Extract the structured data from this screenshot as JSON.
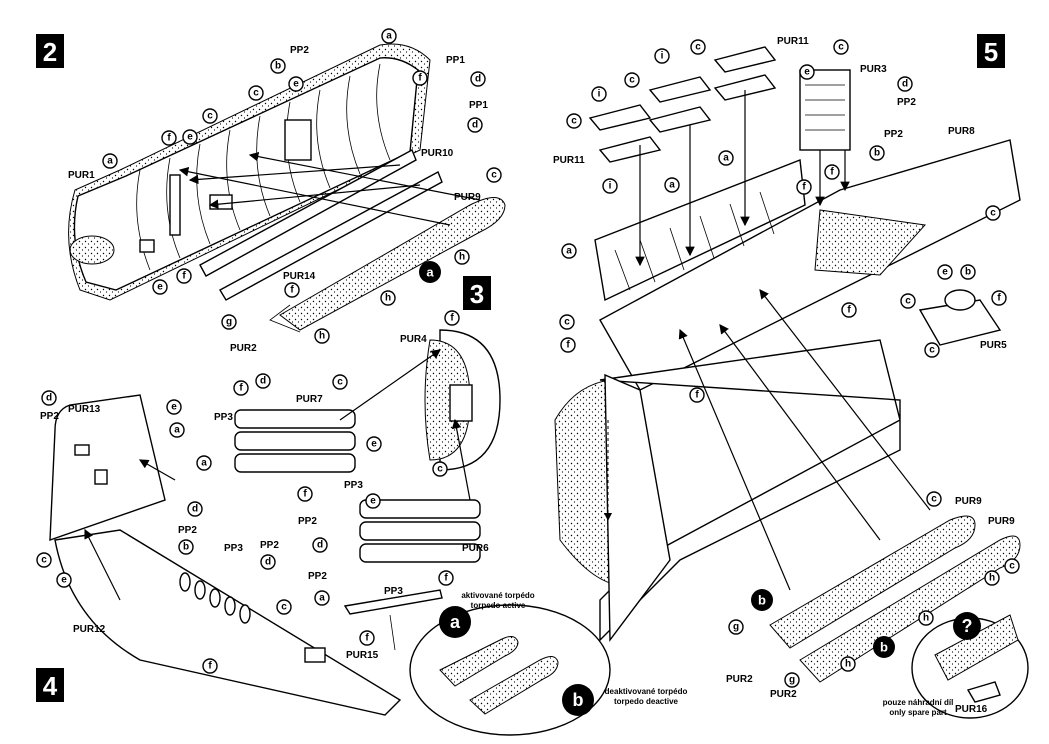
{
  "steps": [
    "2",
    "3",
    "4",
    "5"
  ],
  "parts": {
    "pur1": "PUR1",
    "pur2": "PUR2",
    "pur3": "PUR3",
    "pur4": "PUR4",
    "pur5": "PUR5",
    "pur6": "PUR6",
    "pur7": "PUR7",
    "pur8": "PUR8",
    "pur9": "PUR9",
    "pur10": "PUR10",
    "pur11": "PUR11",
    "pur12": "PUR12",
    "pur13": "PUR13",
    "pur14": "PUR14",
    "pur15": "PUR15",
    "pur16": "PUR16",
    "pp1": "PP1",
    "pp2": "PP2",
    "pp3": "PP3"
  },
  "letters": {
    "a": "a",
    "b": "b",
    "c": "c",
    "d": "d",
    "e": "e",
    "f": "f",
    "g": "g",
    "h": "h",
    "i": "i"
  },
  "callouts": {
    "a": "a",
    "b": "b",
    "q": "?"
  },
  "notes": {
    "active_cz": "aktivované torpédo",
    "active_en": "torpedo active",
    "deactive_cz": "deaktivované torpédo",
    "deactive_en": "torpedo deactive",
    "spare_cz": "pouze náhradní díl",
    "spare_en": "only spare part"
  }
}
